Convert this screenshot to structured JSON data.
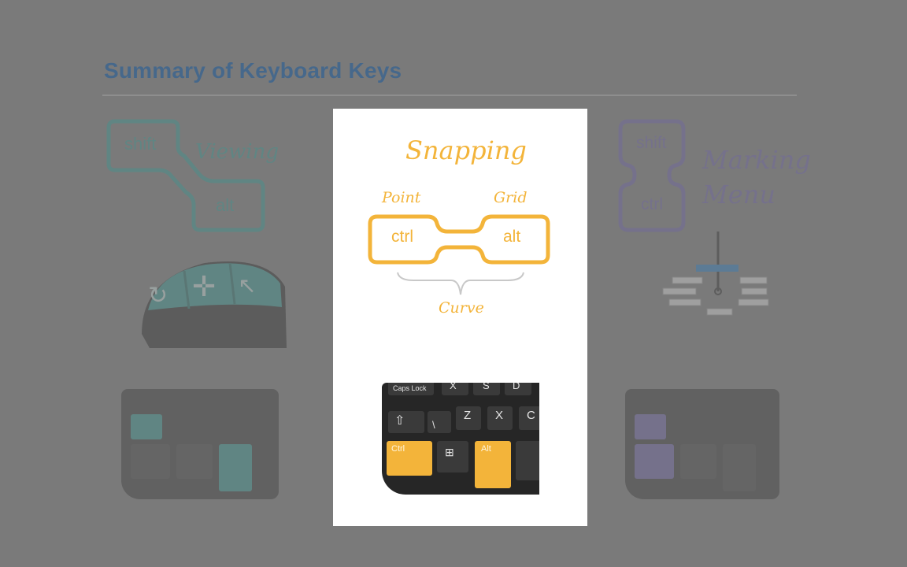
{
  "slide": {
    "title": "Summary of Keyboard Keys"
  },
  "left_panel": {
    "heading": "Viewing",
    "key_top": "shift",
    "key_bottom": "alt",
    "accent": "#2a9d96"
  },
  "center_panel": {
    "heading": "Snapping",
    "label_left": "Point",
    "label_right": "Grid",
    "key_left": "ctrl",
    "key_right": "alt",
    "label_bottom": "Curve",
    "accent": "#f3b43a"
  },
  "right_panel": {
    "heading_line1": "Marking",
    "heading_line2": "Menu",
    "key_top": "shift",
    "key_bottom": "ctrl",
    "accent": "#6b5fb0"
  },
  "keyboard": {
    "caps_label": "Caps Lock",
    "row_top": [
      "X",
      "S",
      "D"
    ],
    "row_mid": [
      "Z",
      "X",
      "C"
    ],
    "backslash": "\\",
    "ctrl_label": "Ctrl",
    "alt_label": "Alt",
    "shift_icon": "up-arrow-icon",
    "win_icon": "windows-logo-icon"
  }
}
